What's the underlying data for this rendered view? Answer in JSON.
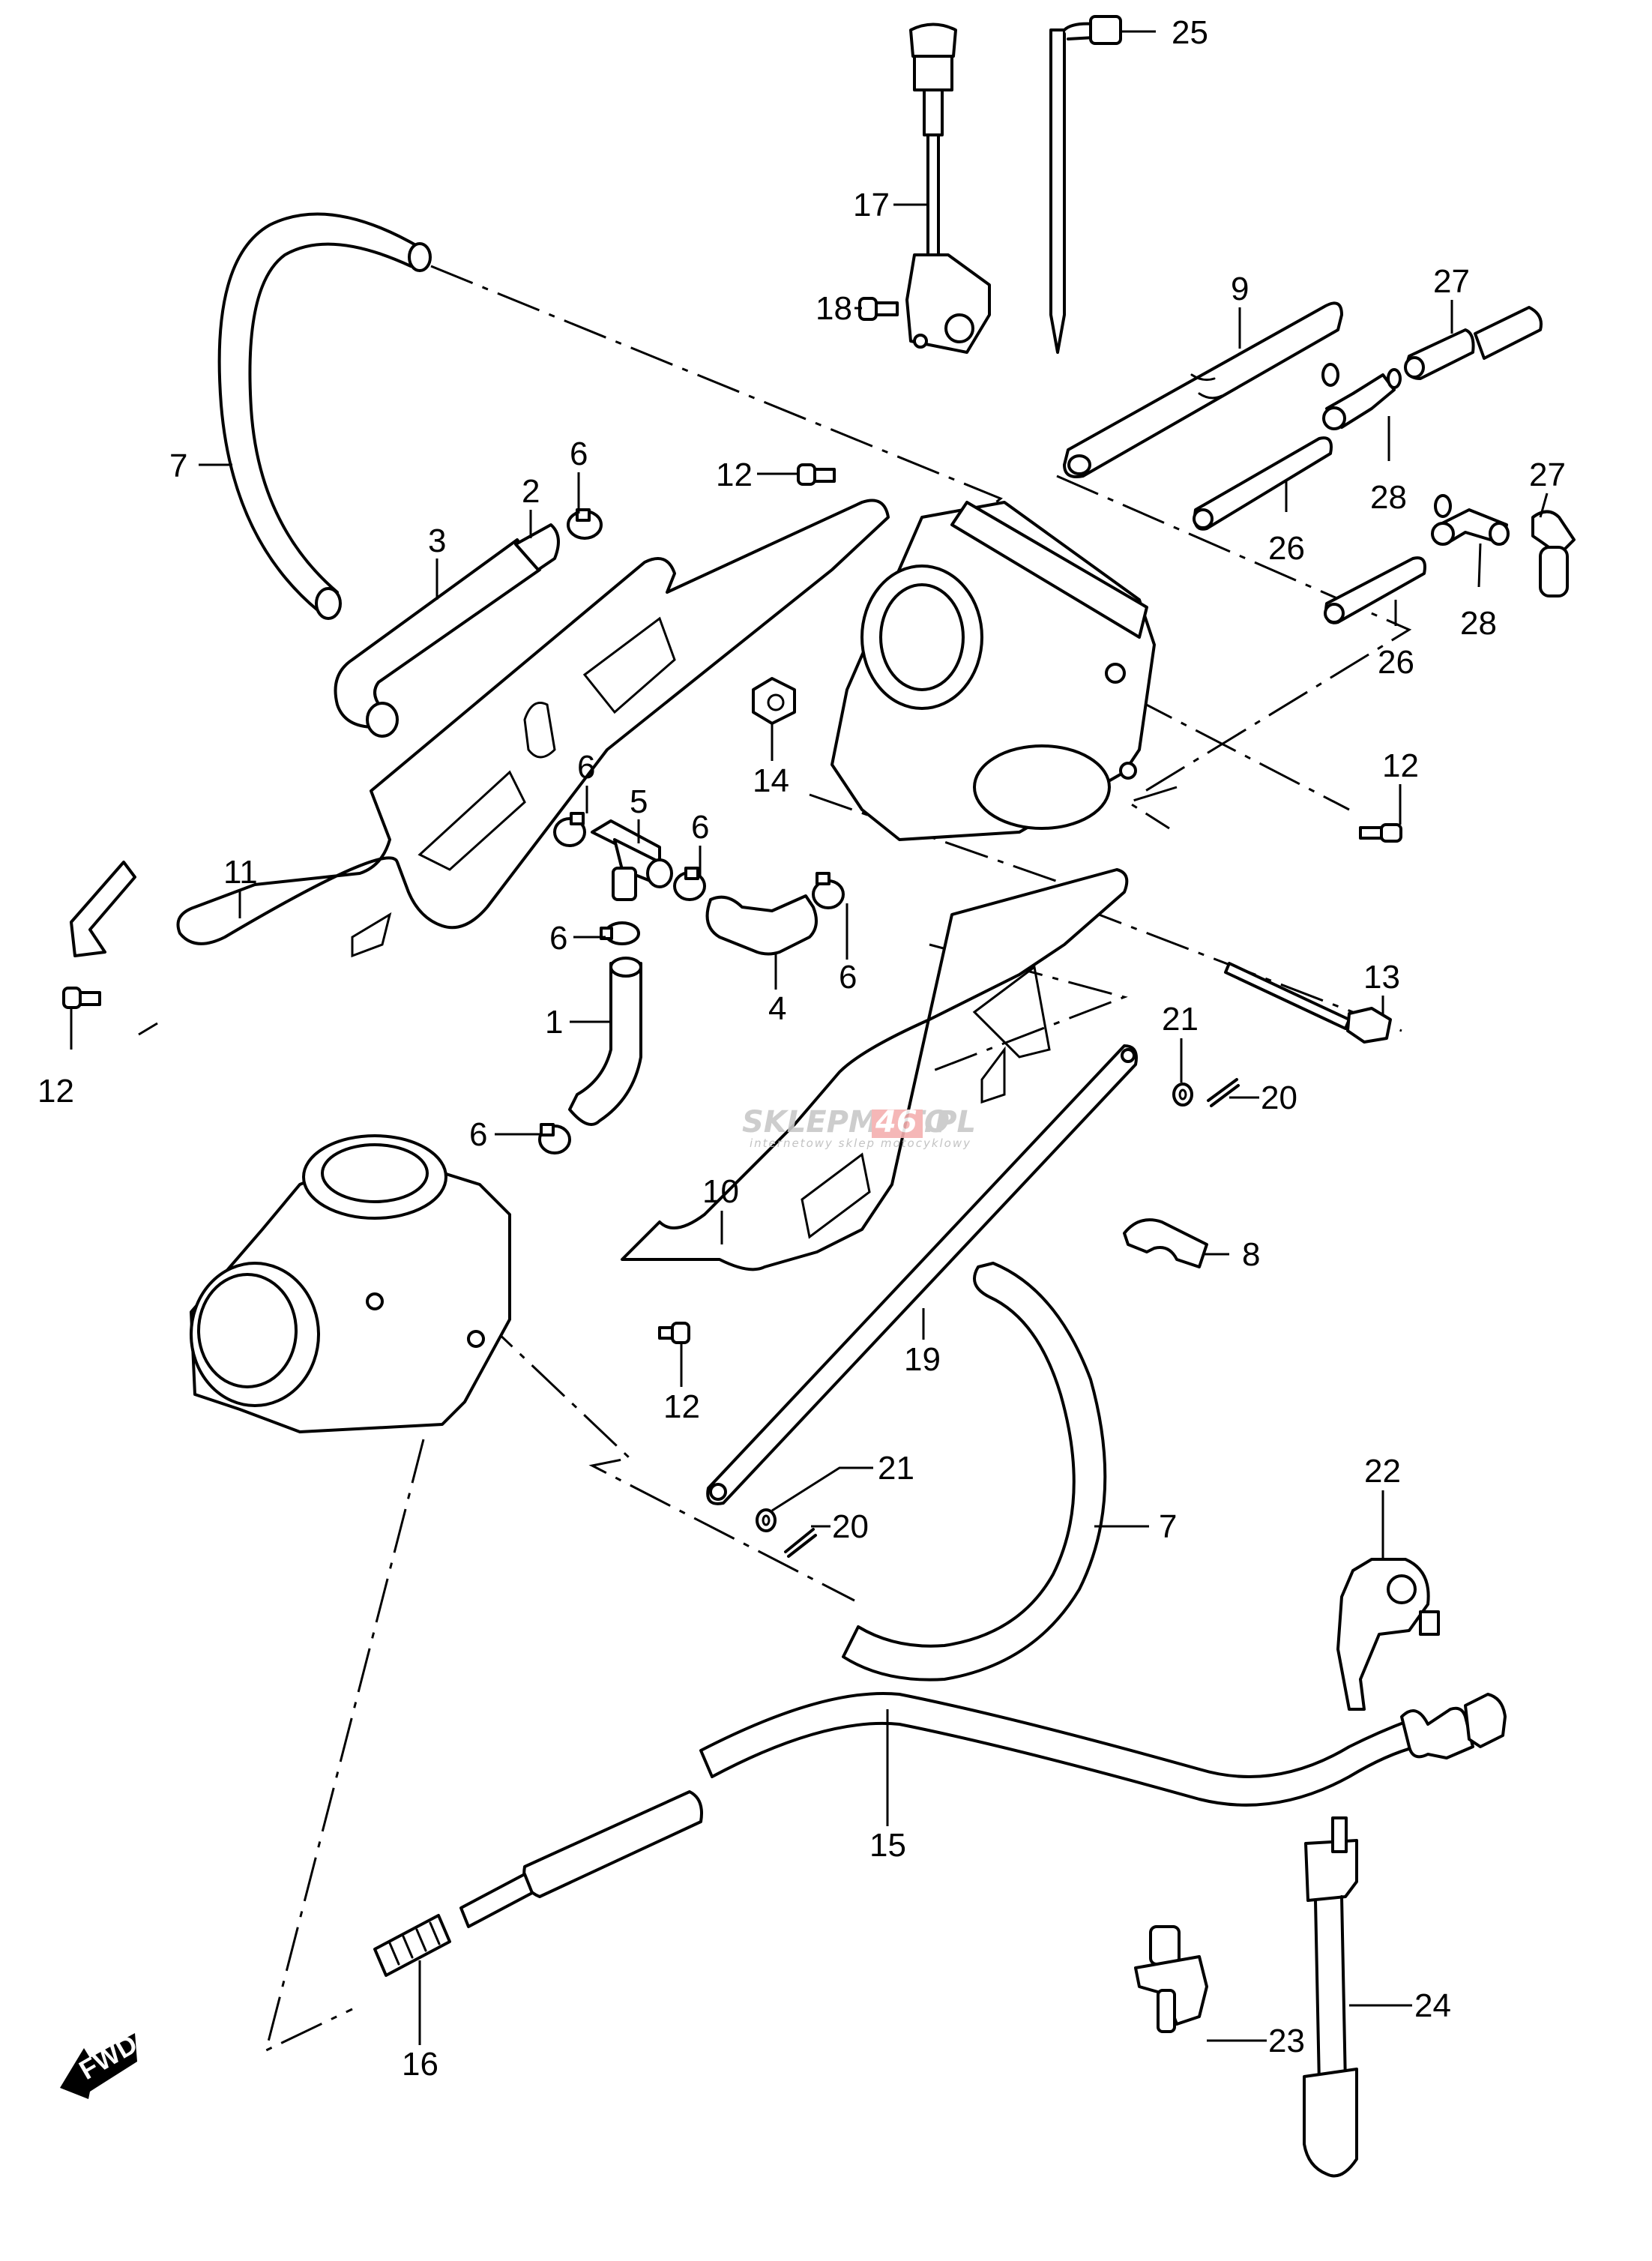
{
  "diagram": {
    "type": "exploded parts diagram",
    "subject": "Throttle body / carburetor assembly with hoses, brackets and cables",
    "direction_indicator": "FWD",
    "watermark": {
      "brand_left": "SKLEPMOTO",
      "brand_number": "46",
      "brand_right": ".PL",
      "tagline": "internetowy sklep motocyklowy",
      "colors": {
        "grey": "#c8c8c8",
        "red": "#f5b0b0"
      }
    },
    "callouts": [
      {
        "id": "c1",
        "label": "1",
        "part": "hose (vertical, lower)"
      },
      {
        "id": "c2",
        "label": "2",
        "part": "hose end fitting"
      },
      {
        "id": "c3",
        "label": "3",
        "part": "hose (bent)"
      },
      {
        "id": "c4",
        "label": "4",
        "part": "hose (curved)"
      },
      {
        "id": "c5",
        "label": "5",
        "part": "T-joint"
      },
      {
        "id": "c6a",
        "label": "6",
        "part": "clamp"
      },
      {
        "id": "c6b",
        "label": "6",
        "part": "clamp"
      },
      {
        "id": "c6c",
        "label": "6",
        "part": "clamp"
      },
      {
        "id": "c6d",
        "label": "6",
        "part": "clamp"
      },
      {
        "id": "c6e",
        "label": "6",
        "part": "clamp"
      },
      {
        "id": "c6f",
        "label": "6",
        "part": "clamp"
      },
      {
        "id": "c7a",
        "label": "7",
        "part": "hose (upper arc)"
      },
      {
        "id": "c7b",
        "label": "7",
        "part": "hose (lower arc)"
      },
      {
        "id": "c8",
        "label": "8",
        "part": "clamp"
      },
      {
        "id": "c9",
        "label": "9",
        "part": "hose (long)"
      },
      {
        "id": "c10",
        "label": "10",
        "part": "bracket (lower)"
      },
      {
        "id": "c11",
        "label": "11",
        "part": "bracket (upper)"
      },
      {
        "id": "c12a",
        "label": "12",
        "part": "screw"
      },
      {
        "id": "c12b",
        "label": "12",
        "part": "screw"
      },
      {
        "id": "c12c",
        "label": "12",
        "part": "screw"
      },
      {
        "id": "c12d",
        "label": "12",
        "part": "screw"
      },
      {
        "id": "c13",
        "label": "13",
        "part": "long bolt"
      },
      {
        "id": "c14",
        "label": "14",
        "part": "nut"
      },
      {
        "id": "c15",
        "label": "15",
        "part": "starter cable"
      },
      {
        "id": "c16",
        "label": "16",
        "part": "spring"
      },
      {
        "id": "c17",
        "label": "17",
        "part": "throttle position sensor"
      },
      {
        "id": "c18",
        "label": "18",
        "part": "screw"
      },
      {
        "id": "c19",
        "label": "19",
        "part": "rod"
      },
      {
        "id": "c20a",
        "label": "20",
        "part": "cotter pin"
      },
      {
        "id": "c20b",
        "label": "20",
        "part": "cotter pin"
      },
      {
        "id": "c21a",
        "label": "21",
        "part": "washer"
      },
      {
        "id": "c21b",
        "label": "21",
        "part": "washer"
      },
      {
        "id": "c22",
        "label": "22",
        "part": "cable holder"
      },
      {
        "id": "c23",
        "label": "23",
        "part": "sensor / switch"
      },
      {
        "id": "c24",
        "label": "24",
        "part": "lead wire"
      },
      {
        "id": "c25",
        "label": "25",
        "part": "hose / tube"
      },
      {
        "id": "c26a",
        "label": "26",
        "part": "hose"
      },
      {
        "id": "c26b",
        "label": "26",
        "part": "hose"
      },
      {
        "id": "c27a",
        "label": "27",
        "part": "hose"
      },
      {
        "id": "c27b",
        "label": "27",
        "part": "hose"
      },
      {
        "id": "c28a",
        "label": "28",
        "part": "T-joint"
      },
      {
        "id": "c28b",
        "label": "28",
        "part": "T-joint"
      }
    ]
  }
}
